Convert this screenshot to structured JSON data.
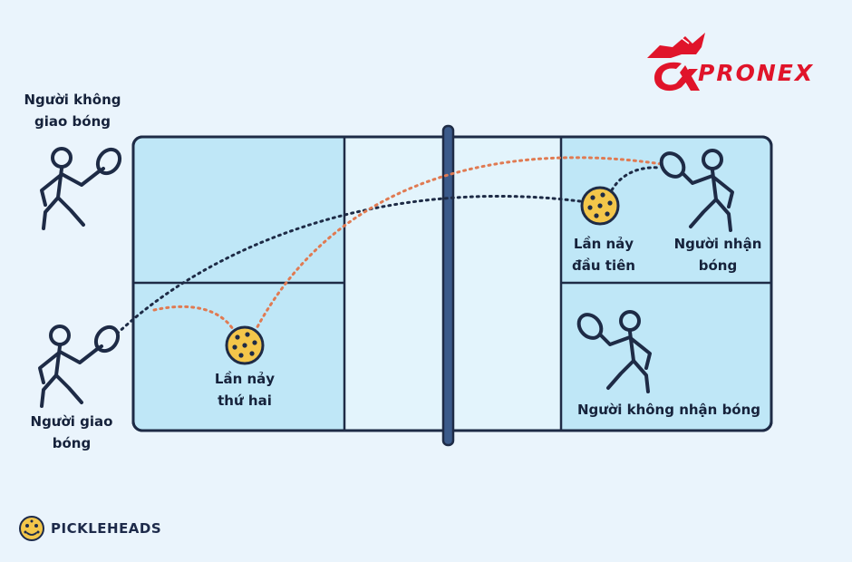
{
  "labels": {
    "non_server": [
      "Người không",
      "giao bóng"
    ],
    "server": [
      "Người giao",
      "bóng"
    ],
    "second_bounce": [
      "Lần nảy",
      "thứ hai"
    ],
    "first_bounce": [
      "Lần nảy",
      "đầu tiên"
    ],
    "receiver": [
      "Người nhận",
      "bóng"
    ],
    "non_receiver": "Người không nhận bóng"
  },
  "brand": {
    "name": "PRONEX"
  },
  "footer": {
    "logo_text": "PICKLEHEADS"
  },
  "colors": {
    "background": "#eaf4fc",
    "court_fill": "#bfe7f7",
    "kitchen_fill": "#e3f4fc",
    "court_line": "#1e2b46",
    "serve_path": "#1e2b46",
    "return_path": "#e07a52",
    "ball": "#f3c64a",
    "brand_red": "#e0142a"
  },
  "icons": {
    "player": "player-with-paddle-icon",
    "ball": "pickleball-icon",
    "brand": "wolf-logo-icon",
    "footer": "pickleball-face-logo-icon"
  }
}
